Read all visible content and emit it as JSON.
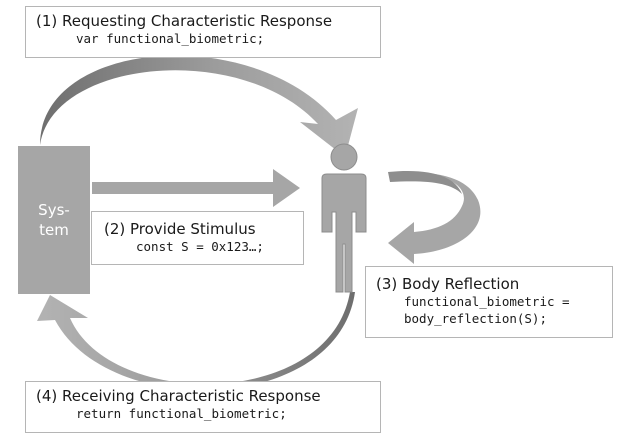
{
  "system": {
    "lines": [
      "Sys-",
      "tem"
    ]
  },
  "steps": [
    {
      "title": "(1)  Requesting Characteristic Response",
      "code": [
        "var functional_biometric;"
      ]
    },
    {
      "title": "(2)  Provide Stimulus",
      "code": [
        "const S = 0x123…;"
      ]
    },
    {
      "title": "(3)  Body Reflection",
      "code": [
        "functional_biometric =",
        "body_reflection(S);"
      ]
    },
    {
      "title": "(4)  Receiving Characteristic Response",
      "code": [
        "return functional_biometric;"
      ]
    }
  ],
  "colors": {
    "arrow_light": "#a6a6a6",
    "arrow_dark": "#7f7f7f",
    "system_fill": "#a6a6a6",
    "person_fill": "#a6a6a6",
    "box_border": "#b5b5b5"
  }
}
